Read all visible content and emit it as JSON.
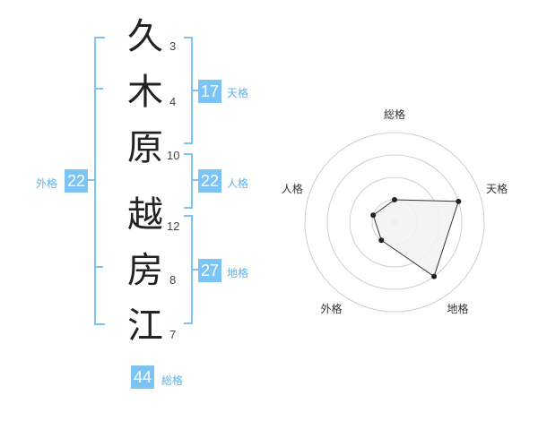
{
  "name": {
    "chars": [
      {
        "char": "久",
        "strokes": "3"
      },
      {
        "char": "木",
        "strokes": "4"
      },
      {
        "char": "原",
        "strokes": "10"
      },
      {
        "char": "越",
        "strokes": "12"
      },
      {
        "char": "房",
        "strokes": "8"
      },
      {
        "char": "江",
        "strokes": "7"
      }
    ]
  },
  "kakusu": {
    "tenkaku": {
      "value": "17",
      "label": "天格"
    },
    "jinkaku": {
      "value": "22",
      "label": "人格"
    },
    "chikaku": {
      "value": "27",
      "label": "地格"
    },
    "gaikaku": {
      "value": "22",
      "label": "外格"
    },
    "soukaku": {
      "value": "44",
      "label": "総格"
    }
  },
  "chart_data": {
    "type": "radar",
    "axes": [
      "総格",
      "天格",
      "地格",
      "外格",
      "人格"
    ],
    "values": [
      1,
      3,
      3,
      1,
      1
    ],
    "max": 4,
    "rings": 4
  },
  "colors": {
    "accent": "#7cc4f4",
    "polygon_fill": "#f2f2f2"
  }
}
